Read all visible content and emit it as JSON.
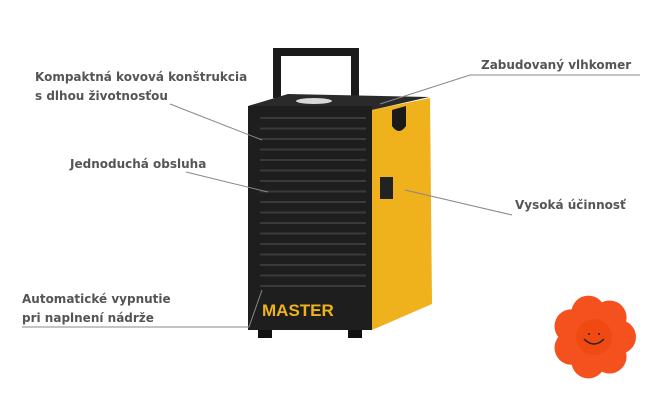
{
  "callouts": {
    "construction": {
      "line1": "Kompaktná kovová konštrukcia",
      "line2": "s dlhou životnosťou"
    },
    "operation": "Jednoduchá obsluha",
    "auto_off": {
      "line1": "Automatické vypnutie",
      "line2": "pri naplnení nádrže"
    },
    "hygrometer": "Zabudovaný vlhkomer",
    "efficiency": "Vysoká účinnosť"
  },
  "product": {
    "brand": "MASTER"
  },
  "colors": {
    "body": "#1e1e1e",
    "side": "#f0b21c",
    "text": "#555555",
    "flower": "#f4511e"
  }
}
